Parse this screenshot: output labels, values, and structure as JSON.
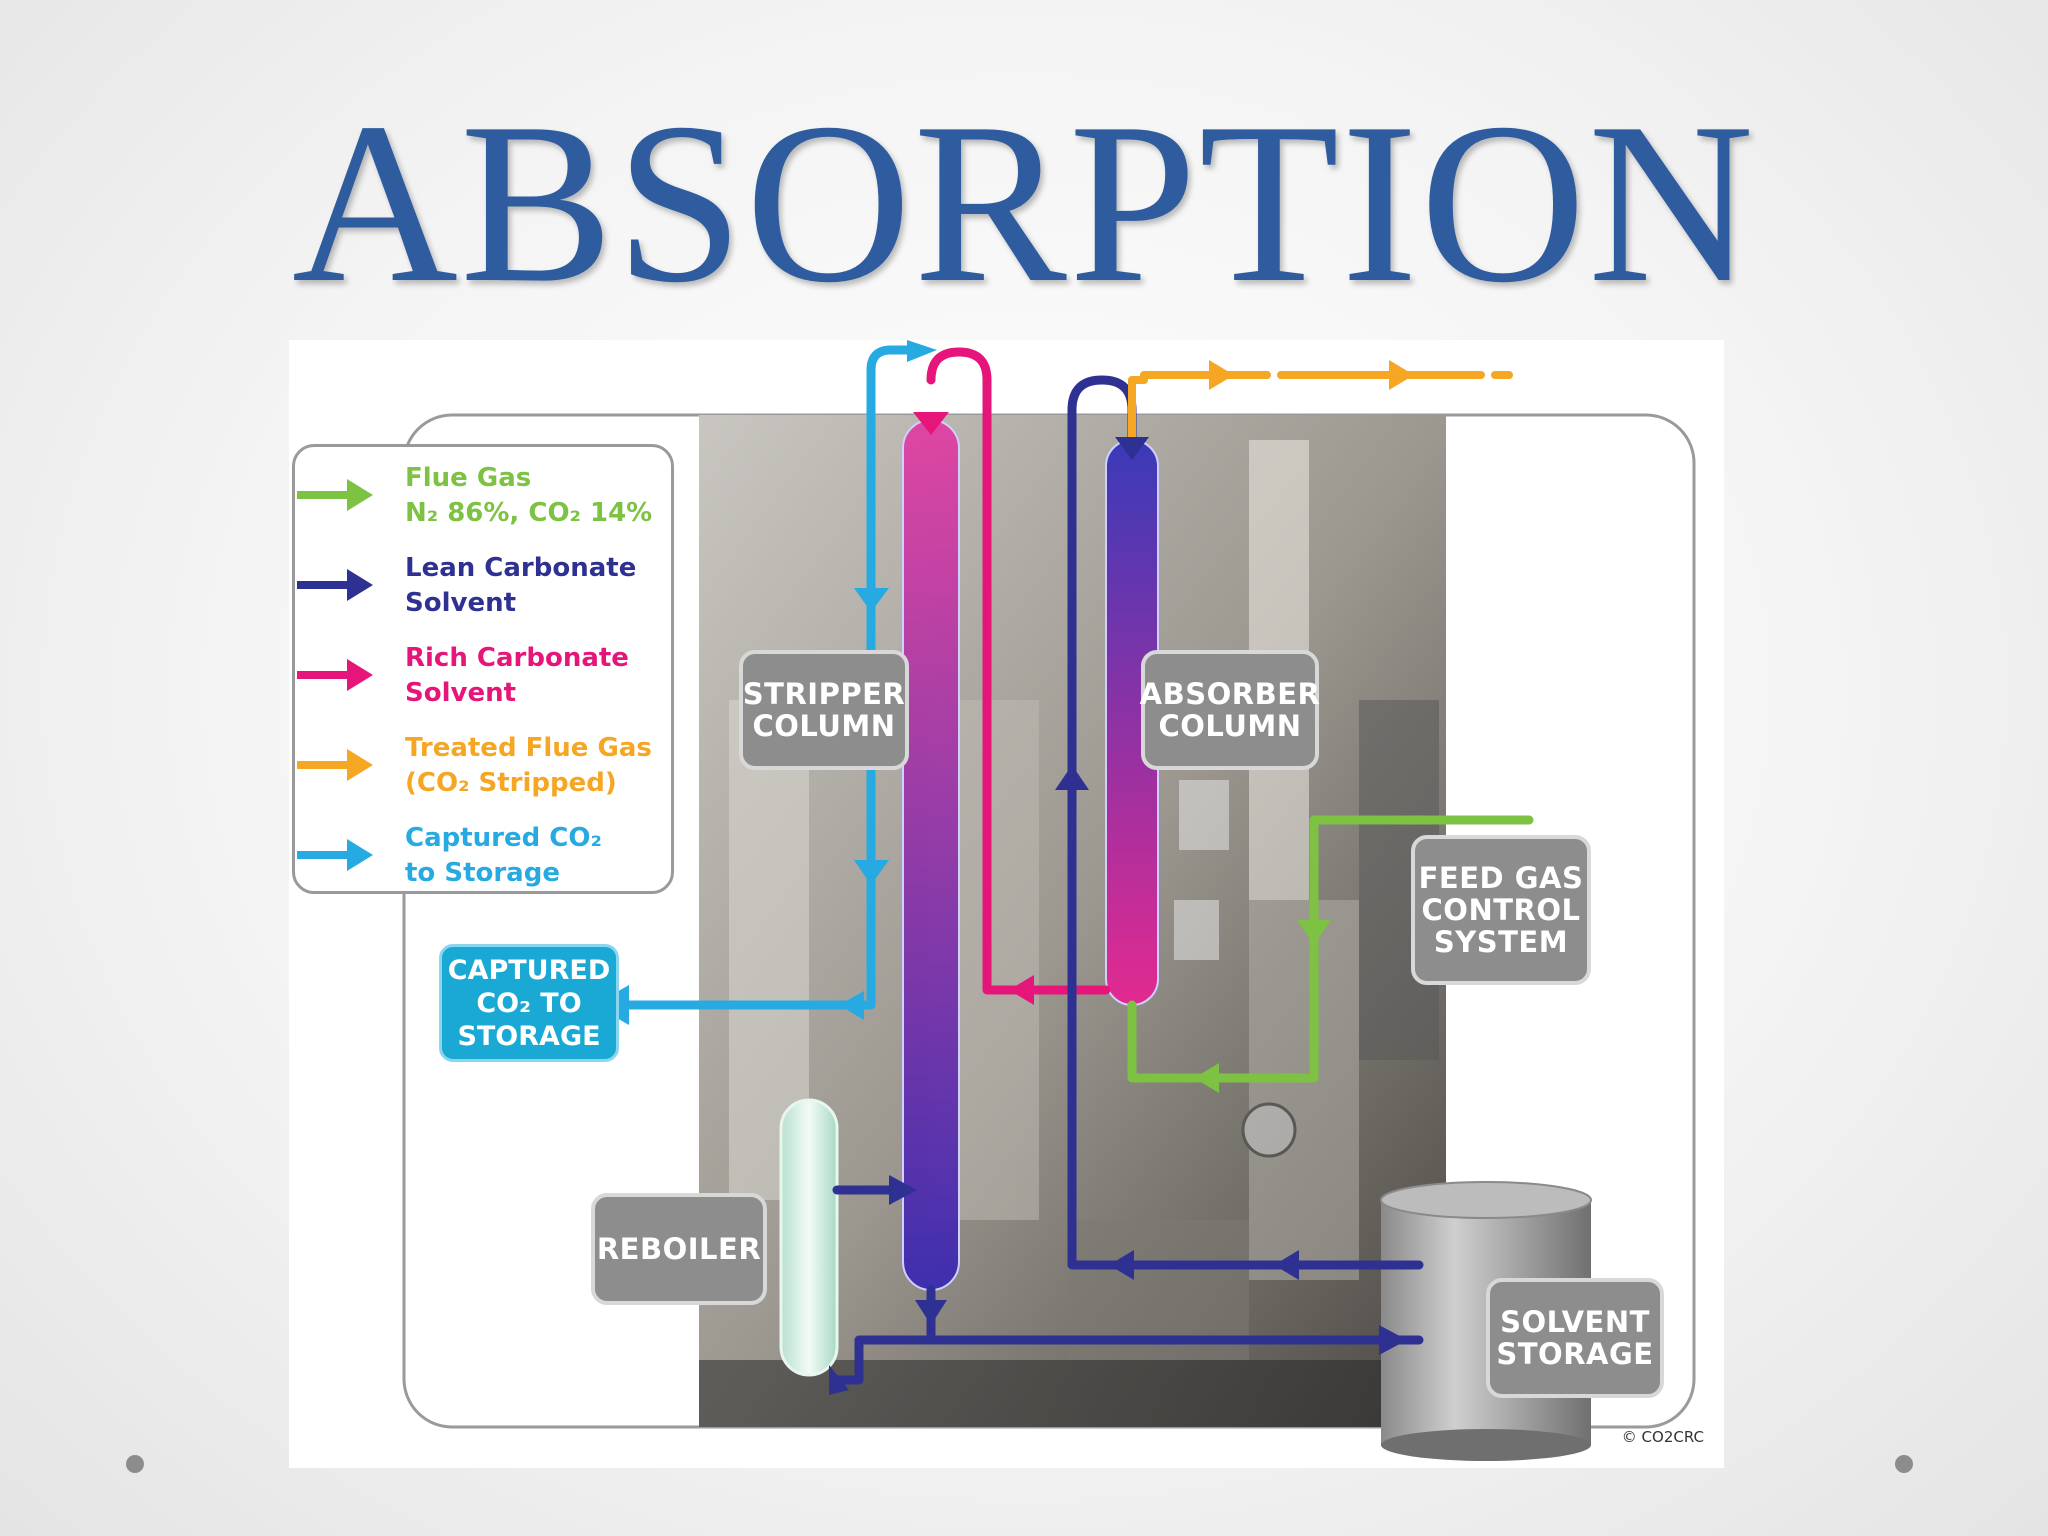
{
  "title": "ABSORPTION",
  "colors": {
    "title": "#2E5C9E",
    "flue_gas": "#7dc242",
    "lean_solvent": "#2e3192",
    "rich_solvent": "#e6157a",
    "treated_gas": "#f5a623",
    "captured_co2": "#27aae1",
    "label_gray": "#8d8d8d"
  },
  "legend": [
    {
      "line1": "Flue Gas",
      "line2": "N₂ 86%, CO₂ 14%",
      "color": "#7dc242",
      "icon": "arrow-right-icon"
    },
    {
      "line1": "Lean Carbonate",
      "line2": "Solvent",
      "color": "#2e3192",
      "icon": "arrow-right-icon"
    },
    {
      "line1": "Rich Carbonate",
      "line2": "Solvent",
      "color": "#e6157a",
      "icon": "arrow-right-icon"
    },
    {
      "line1": "Treated Flue Gas",
      "line2": "(CO₂ Stripped)",
      "color": "#f5a623",
      "icon": "arrow-right-icon"
    },
    {
      "line1": "Captured CO₂",
      "line2": "to Storage",
      "color": "#27aae1",
      "icon": "arrow-right-icon"
    }
  ],
  "labels": {
    "stripper": [
      "STRIPPER",
      "COLUMN"
    ],
    "absorber": [
      "ABSORBER",
      "COLUMN"
    ],
    "feed_gas": [
      "FEED GAS",
      "CONTROL",
      "SYSTEM"
    ],
    "captured": [
      "CAPTURED",
      "CO₂ TO",
      "STORAGE"
    ],
    "reboiler": [
      "REBOILER"
    ],
    "solvent": [
      "SOLVENT",
      "STORAGE"
    ]
  },
  "copyright": "© CO2CRC"
}
